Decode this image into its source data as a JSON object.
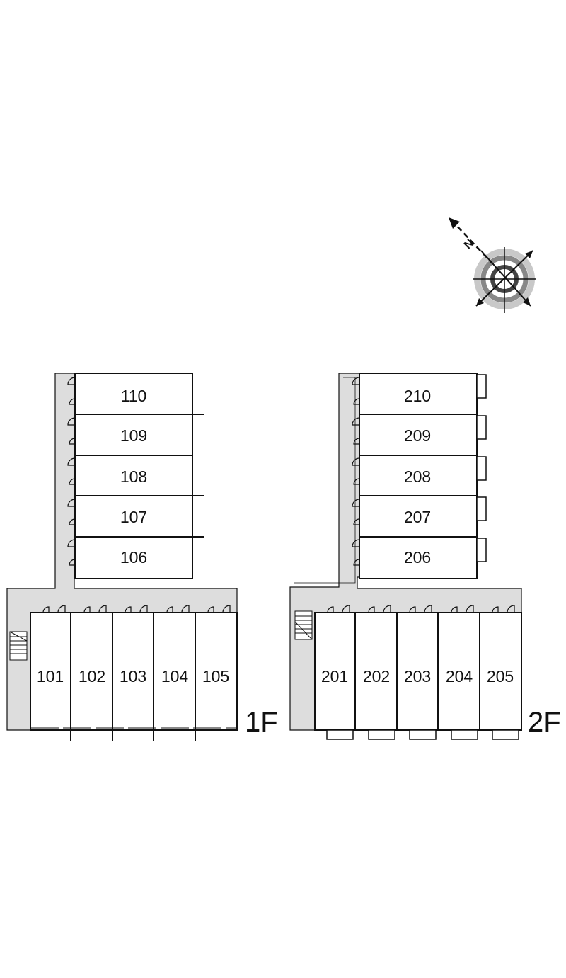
{
  "floors": [
    {
      "label": "1F",
      "north_units": [
        "110",
        "109",
        "108",
        "107",
        "106"
      ],
      "south_units": [
        "101",
        "102",
        "103",
        "104",
        "105"
      ]
    },
    {
      "label": "2F",
      "north_units": [
        "210",
        "209",
        "208",
        "207",
        "206"
      ],
      "south_units": [
        "201",
        "202",
        "203",
        "204",
        "205"
      ]
    }
  ],
  "compass": {
    "letter": "N",
    "icon": "north-arrow-icon"
  },
  "colors": {
    "line": "#111111",
    "walkway": "#dddddd",
    "ring_dark": "#888888",
    "ring_light": "#c8c8c8"
  }
}
